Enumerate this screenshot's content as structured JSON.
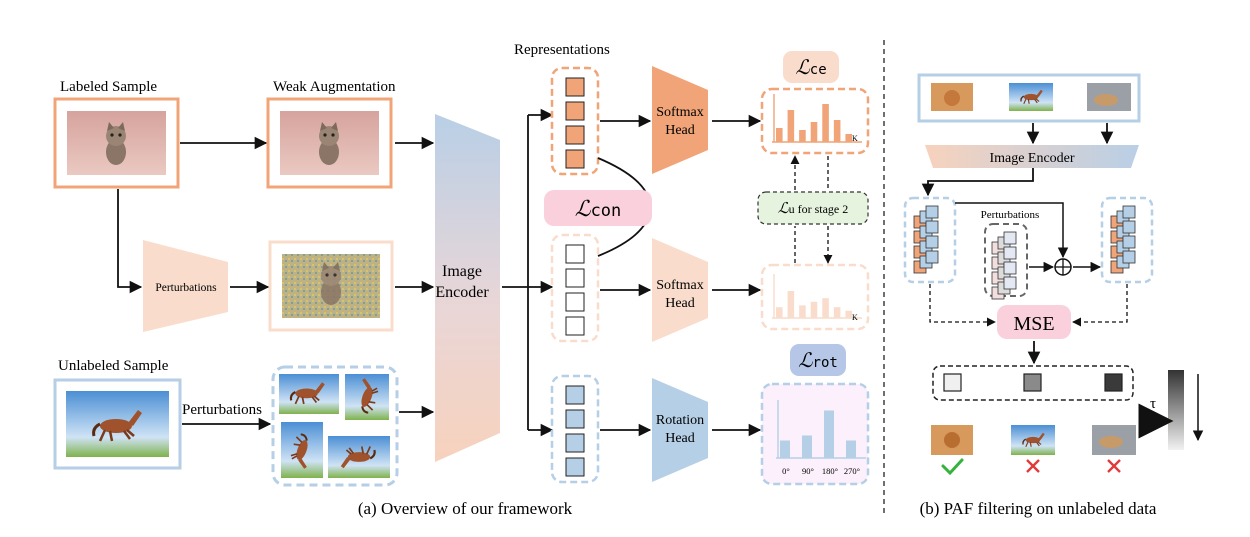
{
  "panel_a": {
    "caption": "(a) Overview of our framework",
    "labeled_sample": "Labeled Sample",
    "weak_augmentation": "Weak Augmentation",
    "perturbations_module": "Perturbations",
    "unlabeled_sample": "Unlabeled Sample",
    "perturbations_arrow": "Perturbations",
    "image_encoder_line1": "Image",
    "image_encoder_line2": "Encoder",
    "representations": "Representations",
    "softmax_head_top_line1": "Softmax",
    "softmax_head_top_line2": "Head",
    "softmax_head_mid_line1": "Softmax",
    "softmax_head_mid_line2": "Head",
    "rotation_head_line1": "Rotation",
    "rotation_head_line2": "Head",
    "loss_ce": "ℒce",
    "loss_con": "ℒcon",
    "loss_rot": "ℒrot",
    "loss_u": "ℒu for stage 2",
    "axis_k_top": "K",
    "axis_k_mid": "K",
    "rotation_ticks": [
      "0°",
      "90°",
      "180°",
      "270°"
    ],
    "hist_top": [
      0.35,
      0.8,
      0.3,
      0.5,
      0.95,
      0.55,
      0.2
    ],
    "hist_mid": [
      0.3,
      0.75,
      0.35,
      0.45,
      0.55,
      0.3,
      0.2
    ],
    "hist_rot": [
      0.35,
      0.45,
      0.95,
      0.35
    ]
  },
  "panel_b": {
    "caption": "(b) PAF filtering on unlabeled data",
    "image_encoder": "Image Encoder",
    "perturbations": "Perturbations",
    "mse": "MSE",
    "tau": "τ",
    "results": [
      "check",
      "cross",
      "cross"
    ]
  },
  "colors": {
    "orange": "#f0a477",
    "orange_light": "#f9dccb",
    "blue": "#b5cfe6",
    "blue_light": "#dde9f4",
    "pink": "#f9d0dc",
    "green": "#e6f4df",
    "lavender": "#d4dcf0"
  }
}
